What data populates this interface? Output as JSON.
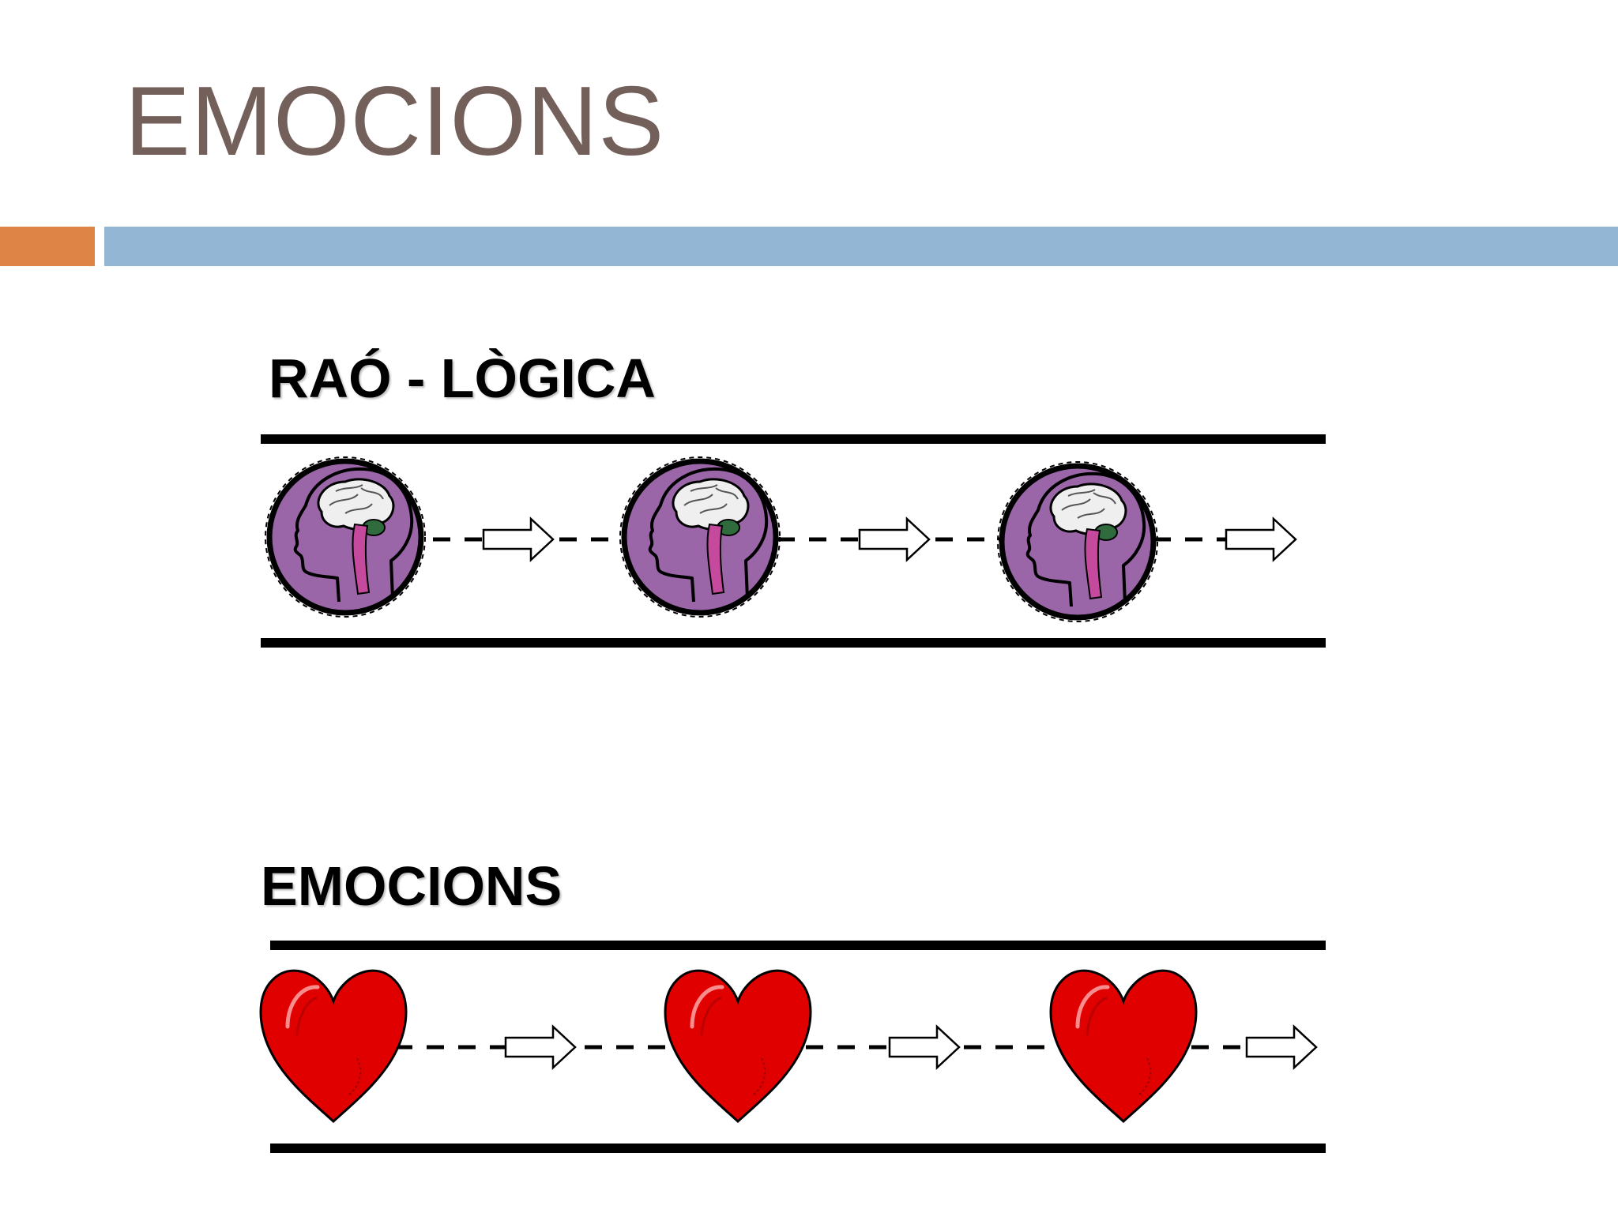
{
  "slide": {
    "title": "EMOCIONS"
  },
  "colors": {
    "title_text": "#74605a",
    "accent_orange": "#de8446",
    "accent_blue": "#93b6d4",
    "brain_circle": "#9a66a8",
    "brain_stem": "#c54a9e",
    "cerebellum": "#2f6b3c",
    "heart": "#e10000",
    "track_line": "#000000"
  },
  "sections": [
    {
      "label": "RAÓ - LÒGICA",
      "icon": "brain-head-icon",
      "icon_count": 3
    },
    {
      "label": "EMOCIONS",
      "icon": "heart-icon",
      "icon_count": 3
    }
  ]
}
